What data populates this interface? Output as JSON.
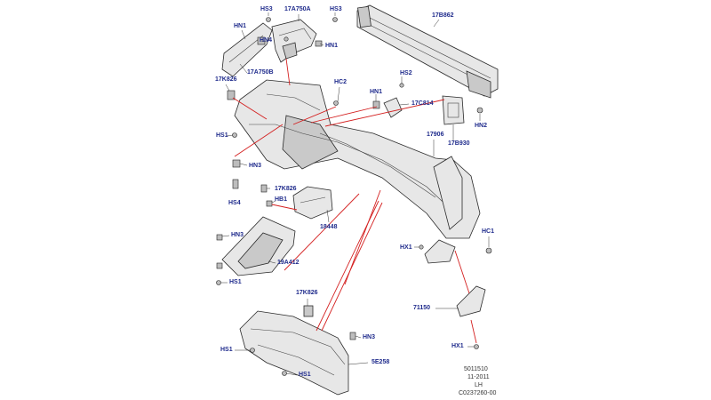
{
  "labels": {
    "hs3_a": "HS3",
    "p17a750a": "17A750A",
    "hs3_b": "HS3",
    "p17b862": "17B862",
    "hn1_a": "HN1",
    "hn4": "HN4",
    "hn1_b": "HN1",
    "p17a750b": "17A750B",
    "p17k826_a": "17K826",
    "hc2": "HC2",
    "hs2": "HS2",
    "hn1_c": "HN1",
    "p17c814": "17C814",
    "hn2": "HN2",
    "hs1_a": "HS1",
    "p17906": "17906",
    "p17b930": "17B930",
    "hn3_a": "HN3",
    "p17k826_b": "17K826",
    "hb1": "HB1",
    "hs4": "HS4",
    "p18448": "18448",
    "hc1": "HC1",
    "hn3_b": "HN3",
    "hx1_a": "HX1",
    "p19a412": "19A412",
    "hs1_b": "HS1",
    "p17k826_c": "17K826",
    "p71150": "71150",
    "hn3_c": "HN3",
    "hs1_c": "HS1",
    "hx1_b": "HX1",
    "p5e258": "5E258",
    "hs1_d": "HS1"
  },
  "meta": {
    "code": "5011510",
    "date": "11-2011",
    "side": "LH",
    "drawing": "C0237260-00"
  }
}
